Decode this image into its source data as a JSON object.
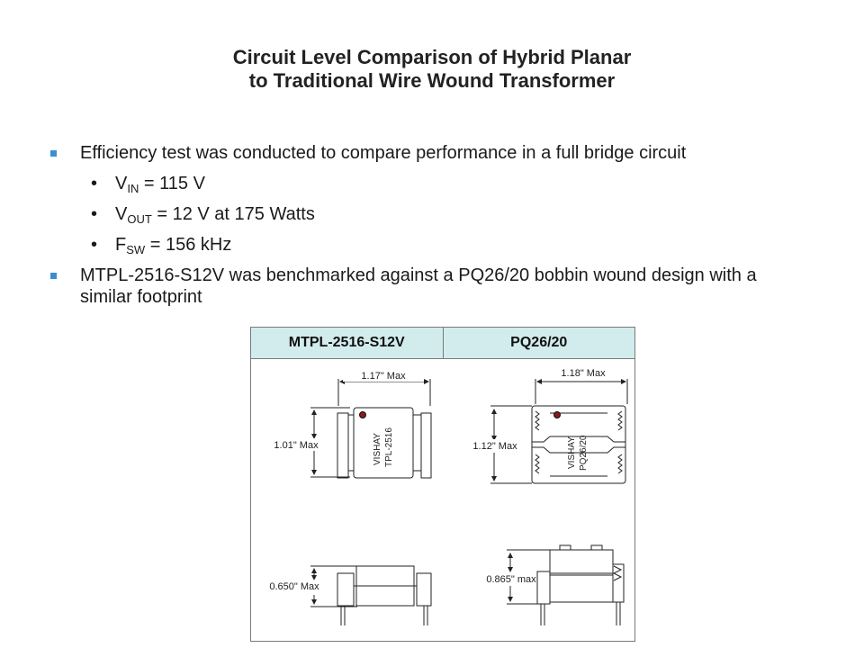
{
  "title": {
    "line1": "Circuit Level Comparison of Hybrid Planar",
    "line2": "to Traditional Wire Wound Transformer"
  },
  "bullets": {
    "b1": "Efficiency test was conducted to compare performance in a full bridge circuit",
    "vin": {
      "main": "V",
      "sub": "IN",
      "rest": " = 115 V"
    },
    "vout": {
      "main": "V",
      "sub": "OUT",
      "rest": " = 12 V at 175 Watts"
    },
    "fsw": {
      "main": "F",
      "sub": "SW",
      "rest": " = 156 kHz"
    },
    "b2": "MTPL-2516-S12V was benchmarked against a PQ26/20 bobbin wound design with a similar footprint",
    "sub_bullet_glyph": "•"
  },
  "table": {
    "col1": "MTPL-2516-S12V",
    "col2": "PQ26/20",
    "header_bg": "#d2ecee"
  },
  "drawings": {
    "left_top_width": "1.17\" Max",
    "left_top_height": "1.01\" Max",
    "left_marking_1": "VISHAY",
    "left_marking_2": "TPL-2516",
    "left_side_height": "0.650\" Max",
    "right_top_width": "1.18\" Max",
    "right_top_height": "1.12\" Max",
    "right_marking_1": "VISHAY",
    "right_marking_2": "PQ26/20",
    "right_side_height": "0.865\" max"
  },
  "colors": {
    "bullet_square": "#3b8fd0"
  }
}
